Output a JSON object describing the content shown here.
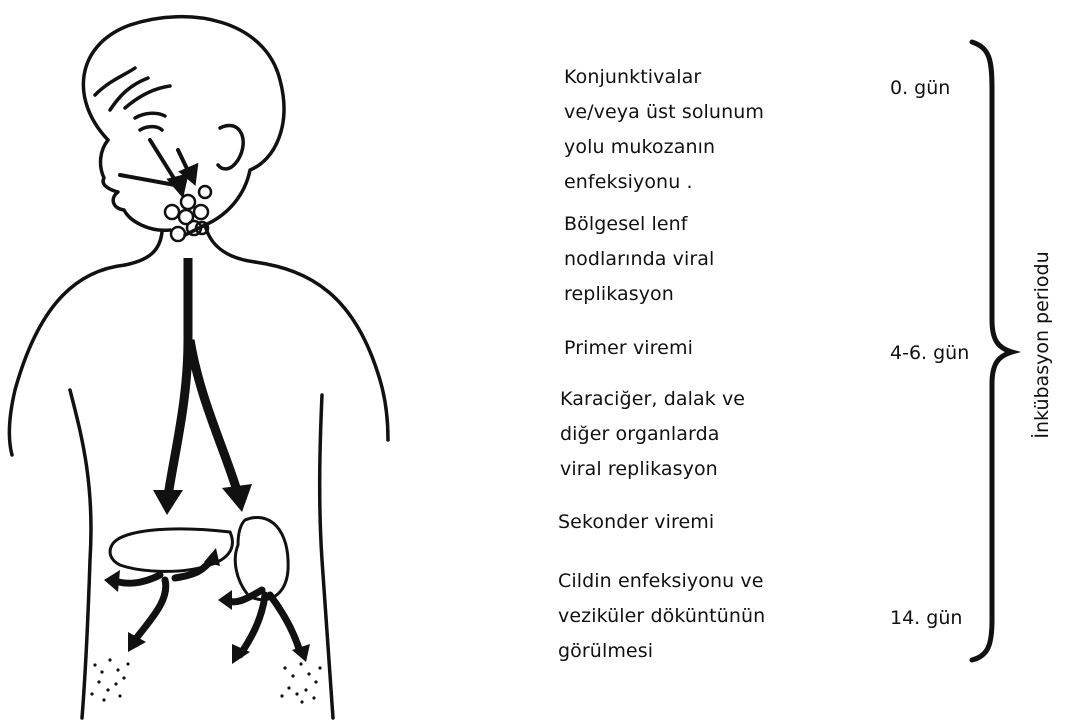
{
  "stages": [
    "Konjunktivalar\nve/veya üst solunum\nyolu mukozanın\nenfeksiyonu .",
    "Bölgesel lenf\nnodlarında viral\nreplikasyon",
    "Primer viremi",
    "Karaciğer, dalak ve\ndiğer organlarda\nviral replikasyon",
    "Sekonder viremi",
    "Cildin enfeksiyonu ve\nveziküler döküntünün\ngörülmesi"
  ],
  "days": [
    "0. gün",
    "4-6. gün",
    "14. gün"
  ],
  "period_label": "İnkübasyon periodu"
}
